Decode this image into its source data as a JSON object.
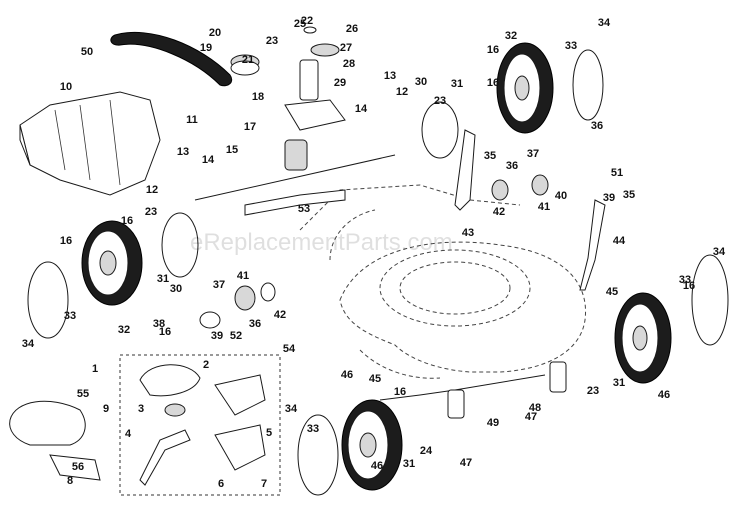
{
  "watermark": "eReplacementParts.com",
  "callouts": [
    "1",
    "2",
    "3",
    "4",
    "5",
    "6",
    "7",
    "8",
    "9",
    "10",
    "11",
    "12",
    "12",
    "13",
    "13",
    "14",
    "14",
    "15",
    "16",
    "16",
    "16",
    "16",
    "16",
    "16",
    "16",
    "17",
    "18",
    "19",
    "20",
    "21",
    "22",
    "23",
    "23",
    "23",
    "23",
    "24",
    "25",
    "26",
    "27",
    "28",
    "29",
    "30",
    "30",
    "31",
    "31",
    "31",
    "31",
    "32",
    "32",
    "33",
    "33",
    "33",
    "33",
    "34",
    "34",
    "34",
    "34",
    "35",
    "35",
    "36",
    "36",
    "36",
    "37",
    "37",
    "38",
    "39",
    "39",
    "40",
    "41",
    "41",
    "42",
    "42",
    "43",
    "44",
    "45",
    "45",
    "46",
    "46",
    "46",
    "47",
    "47",
    "48",
    "49",
    "50",
    "51",
    "52",
    "53",
    "54",
    "55",
    "56"
  ]
}
